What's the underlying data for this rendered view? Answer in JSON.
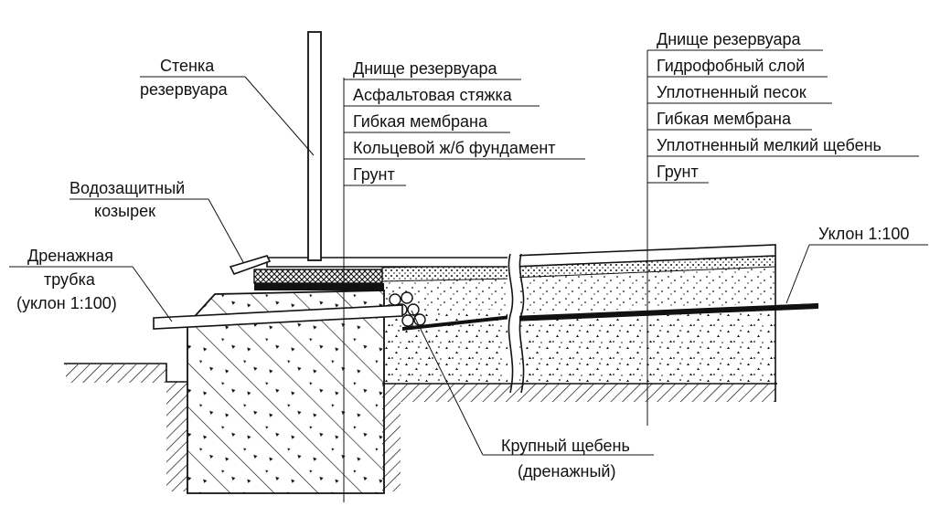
{
  "labels": {
    "wall_1": "Стенка",
    "wall_2": "резервуара",
    "visor_1": "Водозащитный",
    "visor_2": "козырек",
    "drain_1": "Дренажная",
    "drain_2": "трубка",
    "drain_3": "(уклон 1:100)",
    "slope": "Уклон 1:100",
    "gravel_1": "Крупный щебень",
    "gravel_2": "(дренажный)"
  },
  "left_stack": [
    "Днище резервуара",
    "Асфальтовая стяжка",
    "Гибкая мембрана",
    "Кольцевой ж/б фундамент",
    "Грунт"
  ],
  "right_stack": [
    "Днище резервуара",
    "Гидрофобный слой",
    "Уплотненный песок",
    "Гибкая мембрана",
    "Уплотненный мелкий щебень",
    "Грунт"
  ]
}
